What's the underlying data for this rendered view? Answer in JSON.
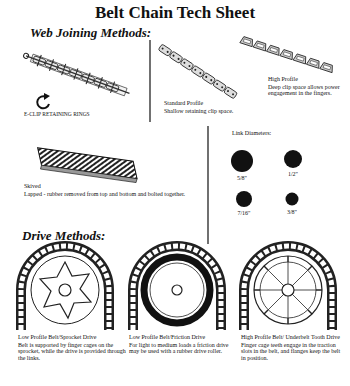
{
  "diagram": {
    "title": "Belt Chain Tech Sheet",
    "labels": [
      "Web Joining Methods:",
      "E-CLIP RETAINING RINGS",
      "Standard Profile",
      "Shallow retaining clip space.",
      "High Profile",
      "Deep clip space allows power engagement in the fingers.",
      "Skived",
      "Lapped - rubber removed from top and bottom and bolted together.",
      "Link Diameters:",
      "5/8\"",
      "1/2\"",
      "7/16\"",
      "3/8\"",
      "Drive Methods:",
      "Low Profile Belt/Sprocket Drive",
      "Belt is supported by finger cages on the sprocket, while the drive is provided through the links.",
      "Low Profile Belt/Friction Drive",
      "For light to medium loads a friction drive may be used with a rubber drive roller.",
      "High Profile Belt/ Underbelt Tooth Drive",
      "Finger cage teeth engage in the traction slots in the belt, and flanges keep the belt in position."
    ]
  }
}
